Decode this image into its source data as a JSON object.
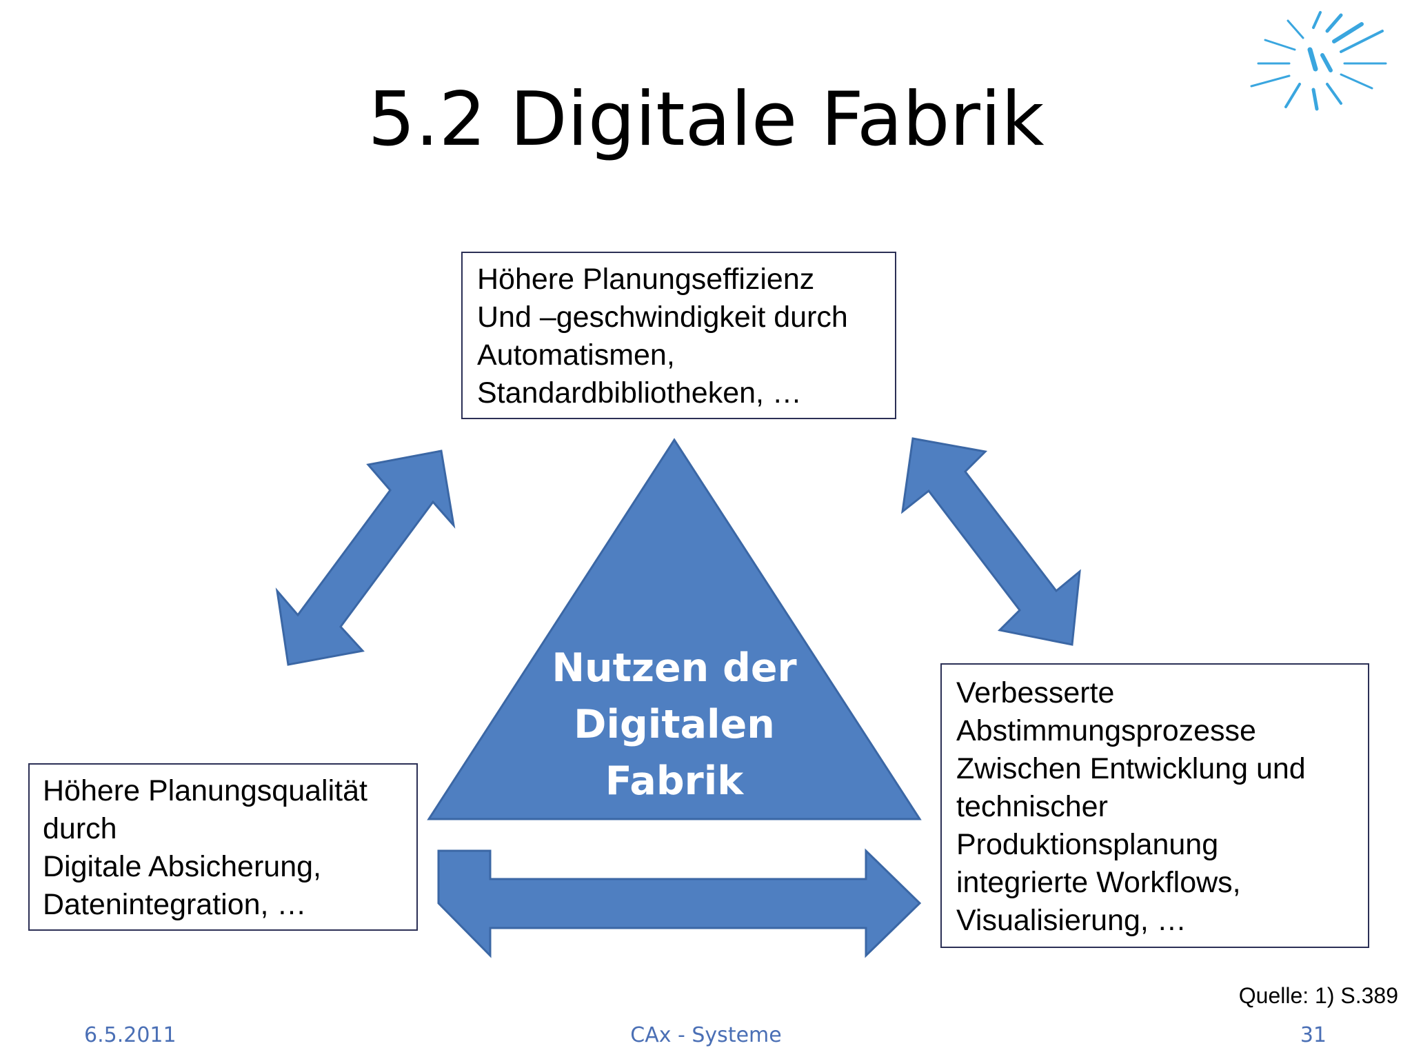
{
  "slide": {
    "title": "5.2 Digitale Fabrik"
  },
  "diagram": {
    "center_label": "Nutzen der\nDigitalen\nFabrik",
    "box_top": "Höhere Planungseffizienz\nUnd –geschwindigkeit durch\nAutomatismen,\nStandardbibliotheken, …",
    "box_left": "Höhere Planungsqualität\ndurch\nDigitale Absicherung,\nDatenintegration, …",
    "box_right": "Verbesserte\nAbstimmungsprozesse\nZwischen Entwicklung und\ntechnischer\nProduktionsplanung\nintegrierte Workflows,\nVisualisierung, …"
  },
  "source_note": "Quelle: 1) S.389",
  "footer": {
    "date": "6.5.2011",
    "center": "CAx - Systeme",
    "page": "31"
  },
  "colors": {
    "shape_fill": "#4f7fc1",
    "shape_stroke": "#3b67a5",
    "footer_text": "#4a6fb5",
    "logo": "#3aa6df"
  }
}
